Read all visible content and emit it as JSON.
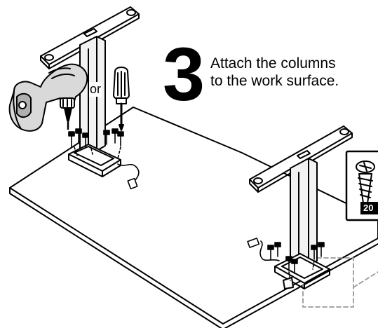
{
  "step": {
    "number": "3",
    "instruction_line1": "Attach the columns",
    "instruction_line2": "to the work surface."
  },
  "tools": {
    "or_label": "or"
  },
  "hardware": {
    "screw_quantity": "20"
  },
  "colors": {
    "ink": "#000000",
    "surface_fill": "#ffffff",
    "column_fill": "#f2f2f2",
    "callout_dash": "#999999",
    "drill_body": "#d9d9d9",
    "drill_grip": "#b0b0b0"
  }
}
